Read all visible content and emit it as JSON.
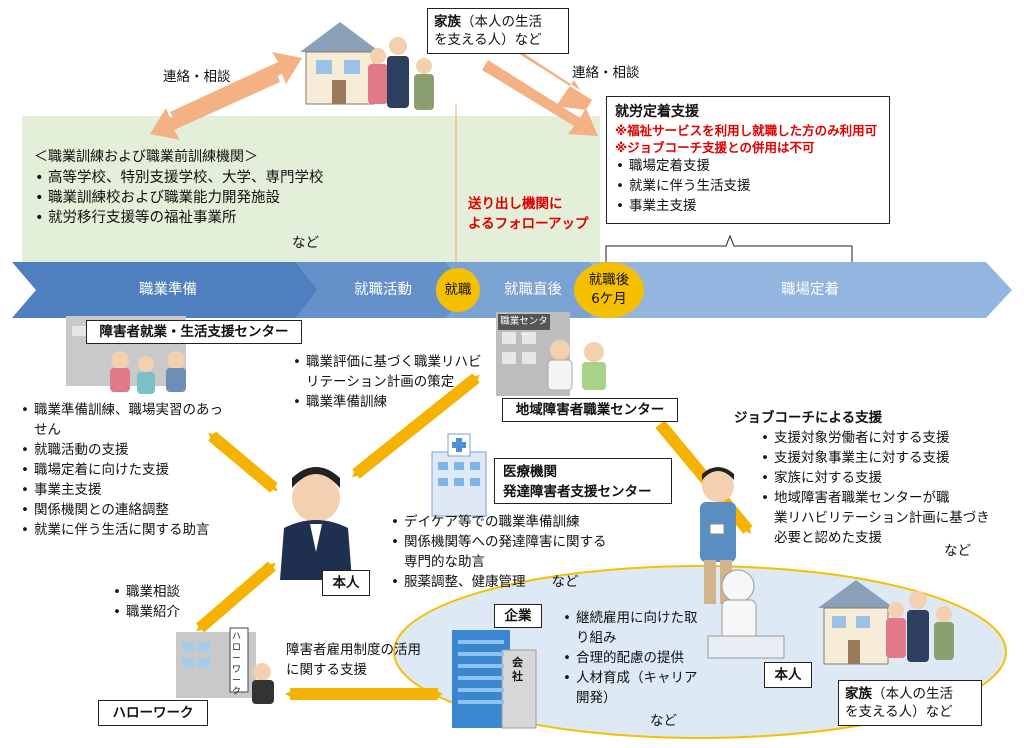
{
  "family_top": {
    "name": "家族",
    "detail_line1": "（本人の生活",
    "detail_line2": "を支える人）など"
  },
  "contact_left": "連絡・相談",
  "contact_right": "連絡・相談",
  "training": {
    "heading": "＜職業訓練および職業前訓練機関＞",
    "items": [
      "高等学校、特別支援学校、大学、専門学校",
      "職業訓練校および職業能力開発施設",
      "就労移行支援等の福祉事業所"
    ],
    "etc": "など"
  },
  "followup": {
    "line1": "送り出し機関に",
    "line2": "よるフォローアップ"
  },
  "retention": {
    "title": "就労定着支援",
    "notes": [
      "※福祉サービスを利用し就職した方のみ利用可",
      "※ジョブコーチ支援との併用は不可"
    ],
    "items": [
      "職場定着支援",
      "就業に伴う生活支援",
      "事業主支援"
    ]
  },
  "timeline": {
    "stages": [
      "職業準備",
      "就職活動",
      "就職直後",
      "職場定着"
    ],
    "milestone_hire": "就職",
    "milestone_6m_line1": "就職後",
    "milestone_6m_line2": "6ケ月"
  },
  "support_center": {
    "title": "障害者就業・生活支援センター",
    "items": [
      "職業準備訓練、職場実習のあっ",
      "せん",
      "就職活動の支援",
      "職場定着に向けた支援",
      "事業主支援",
      "関係機関との連絡調整",
      "就業に伴う生活に関する助言"
    ]
  },
  "vocational_eval": {
    "items": [
      "職業評価に基づく職業リハビ",
      "リテーション計画の策定",
      "職業準備訓練"
    ]
  },
  "regional_center": {
    "title": "地域障害者職業センター",
    "sign": "職業センター"
  },
  "jobcoach": {
    "title": "ジョブコーチによる支援",
    "items": [
      "支援対象労働者に対する支援",
      "支援対象事業主に対する支援",
      "家族に対する支援",
      "地域障害者職業センターが職",
      "業リハビリテーション計画に基づき",
      "必要と認めた支援"
    ],
    "etc": "など"
  },
  "medical": {
    "title_line1": "医療機関",
    "title_line2": "発達障害者支援センター",
    "items": [
      "デイケア等での職業準備訓練",
      "関係機関等への発達障害に関する",
      "専門的な助言",
      "服薬調整、健康管理"
    ],
    "etc": "など"
  },
  "person_center": "本人",
  "hellowork_items": [
    "職業相談",
    "職業紹介"
  ],
  "hellowork": {
    "title": "ハローワーク",
    "sign": "ハローワーク"
  },
  "employment_system": {
    "line1": "障害者雇用制度の活用",
    "line2": "に関する支援"
  },
  "company": {
    "title": "企業",
    "sign": "会社",
    "items": [
      "継続雇用に向けた取",
      "り組み",
      "合理的配慮の提供",
      "人材育成（キャリア",
      "開発）"
    ],
    "etc": "など"
  },
  "person_company": "本人",
  "family_bottom": {
    "name": "家族",
    "detail_line1": "（本人の生活",
    "detail_line2": "を支える人）など"
  },
  "colors": {
    "arrow_blue": "#5b8ac4",
    "arrow_orange": "#f5b300",
    "milestone": "#f5c000",
    "training_bg": "#e3efd8",
    "company_bg": "#dde9f5",
    "contact_arrow": "#f4b183",
    "red_text": "#e00000"
  }
}
